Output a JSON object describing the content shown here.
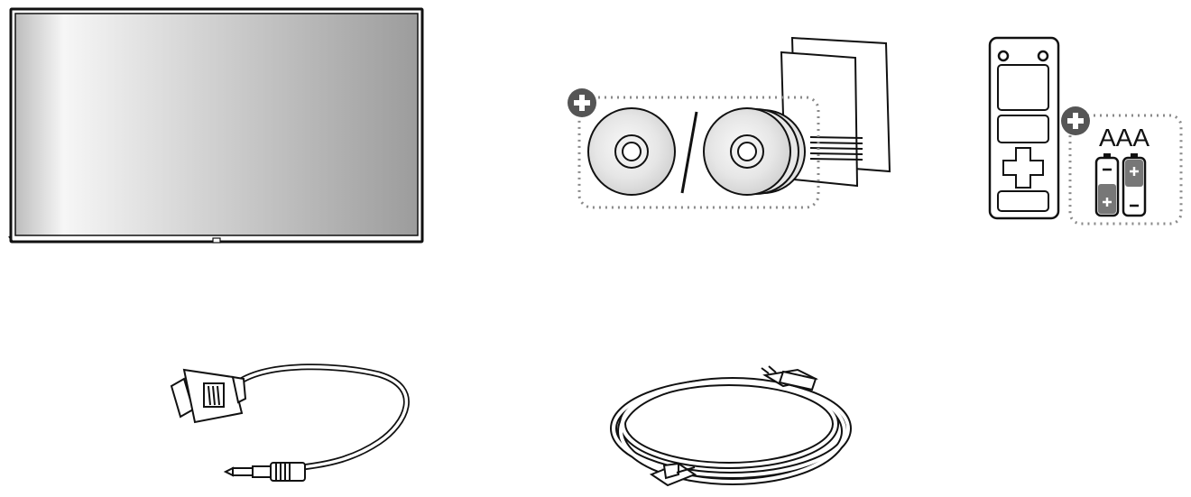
{
  "items": {
    "monitor": {
      "name": "display-panel"
    },
    "media_and_docs": {
      "name": "cds-and-manuals",
      "plus_icon": "plus-circle-icon"
    },
    "remote": {
      "name": "remote-control",
      "plus_icon": "plus-circle-icon",
      "battery_label": "AAA"
    },
    "rs232_cable": {
      "name": "rs232-to-jack-cable"
    },
    "power_cord": {
      "name": "power-cord"
    }
  },
  "colors": {
    "line": "#111111",
    "dotted_border": "#8a8a8a",
    "plus_icon": "#555555",
    "screen_light": "#f4f4f4",
    "screen_dark": "#9e9e9e",
    "disc_fill": "#e8e8e8",
    "battery_fill": "#777777"
  }
}
